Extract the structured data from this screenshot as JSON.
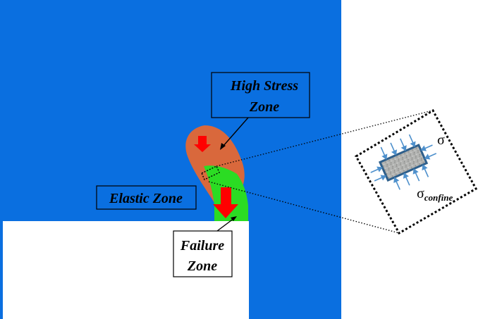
{
  "labels": {
    "high_stress_line1": "High Stress",
    "high_stress_line2": "Zone",
    "elastic": "Elastic Zone",
    "failure_line1": "Failure",
    "failure_line2": "Zone",
    "sigma": "σ",
    "sigma_confine_symbol": "σ",
    "sigma_confine_sub": "confine"
  },
  "colors": {
    "background_region": "#0a6fe0",
    "opening": "#ffffff",
    "high_stress_zone": "#d9683c",
    "failure_zone": "#2bdc23",
    "load_arrow": "#ff0000",
    "specimen": "#a9aaa8",
    "specimen_border": "#2f5f8a",
    "confining_arrow": "#4e90cc"
  },
  "icons": {
    "load_arrow": "down-arrow-icon",
    "confining_arrow": "inward-arrow-icon"
  }
}
